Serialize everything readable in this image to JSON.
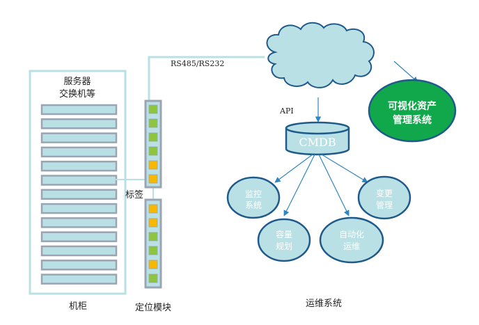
{
  "rack": {
    "title_line1": "服务器",
    "title_line2": "交换机等",
    "caption": "机柜",
    "unit_count": 13
  },
  "locator": {
    "caption": "定位模块",
    "tag_label": "标签",
    "upper_slots": [
      "green",
      "green",
      "green",
      "green",
      "orange",
      "orange"
    ],
    "lower_slots": [
      "orange",
      "orange",
      "green",
      "green",
      "orange",
      "green"
    ]
  },
  "links": {
    "serial_label": "RS485/RS232",
    "api_label": "API"
  },
  "cmdb": {
    "label": "CMDB"
  },
  "visual_system": {
    "line1": "可视化资产",
    "line2": "管理系统"
  },
  "ops_nodes": [
    {
      "line1": "监控",
      "line2": "系统"
    },
    {
      "line1": "容量",
      "line2": "规划"
    },
    {
      "line1": "自动化",
      "line2": "运维"
    },
    {
      "line1": "变更",
      "line2": "管理"
    }
  ],
  "ops_caption": "运维系统",
  "colors": {
    "light_teal": "#b9e0e4",
    "dark_blue": "#1f5a8a",
    "arrow_blue": "#2e86c1",
    "green_fill": "#10a84a",
    "slot_green": "#8cc63f",
    "slot_orange": "#f9b800",
    "unit_border": "#9aa4b2"
  }
}
